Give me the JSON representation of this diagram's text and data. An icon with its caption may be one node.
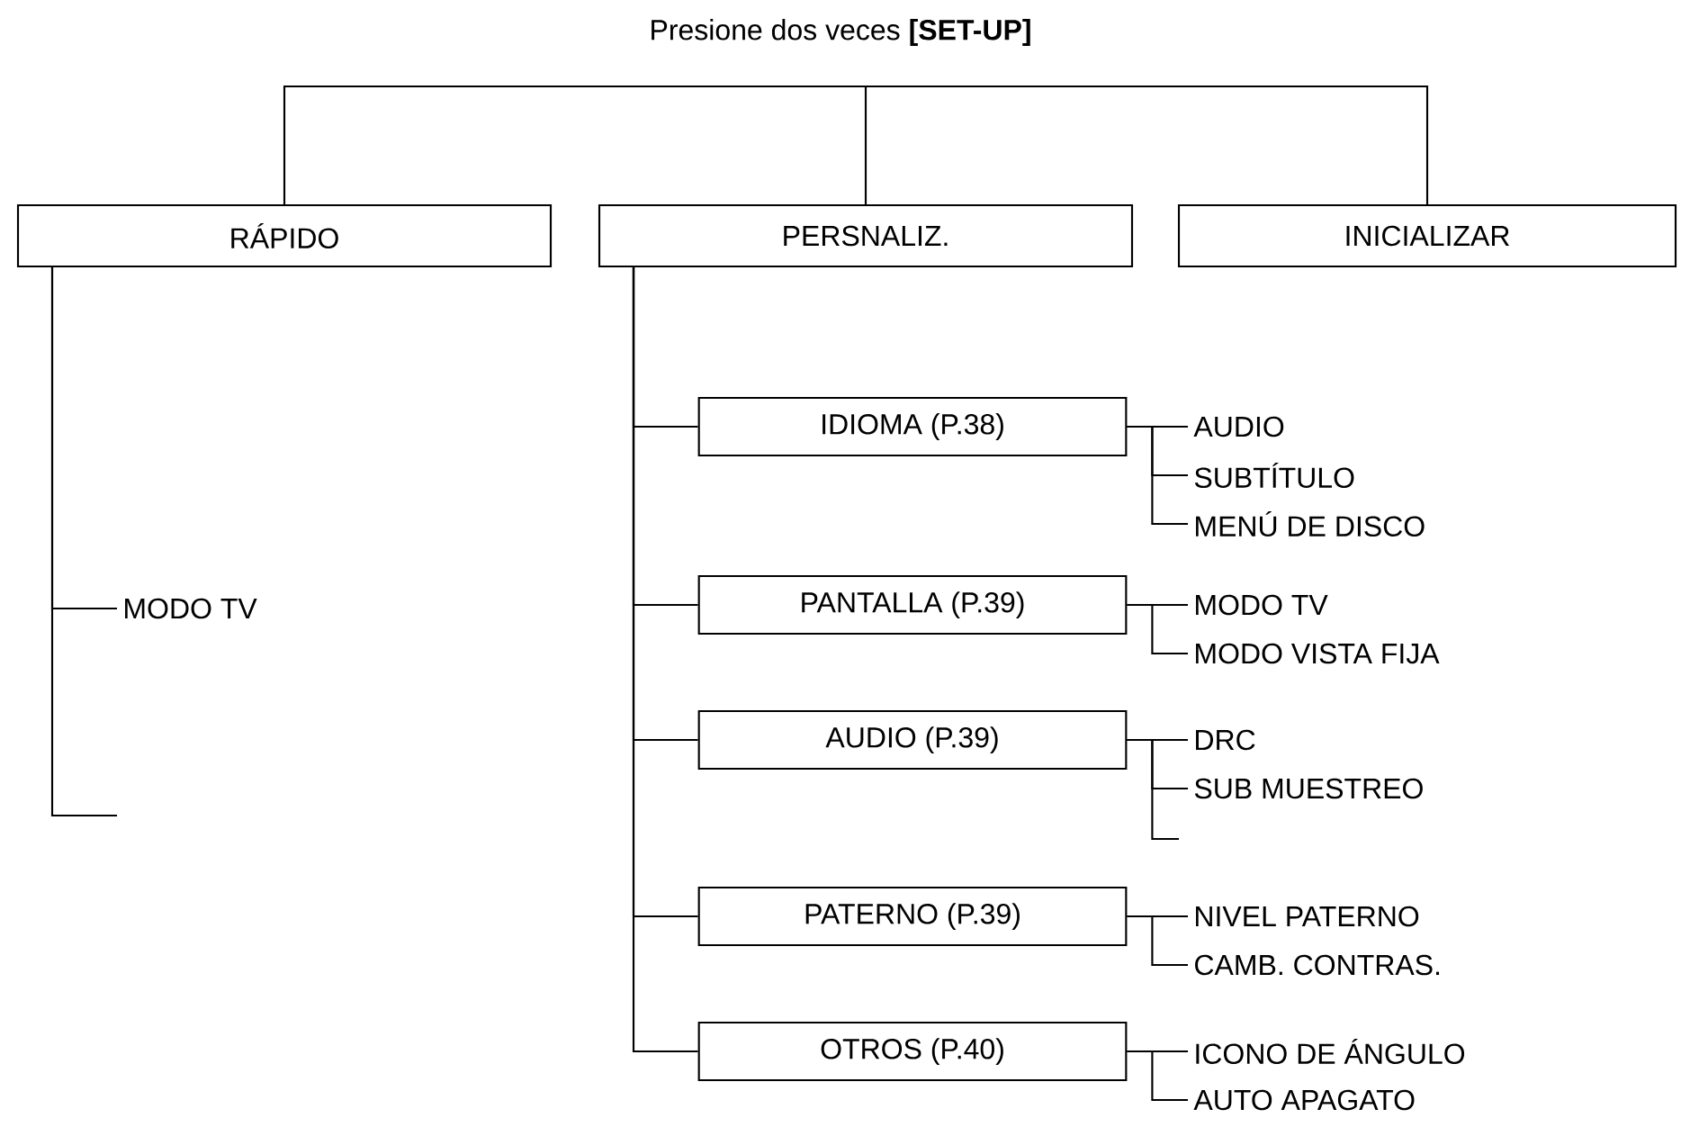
{
  "diagram": {
    "title": "Presione dos veces **[SET-UP]**",
    "nodes": [
      {
        "text": [
          "RÁPIDO"
        ]
      },
      {
        "text": [
          "PERSNALIZ."
        ]
      },
      {
        "text": [
          "INICIALIZAR"
        ]
      },
      {
        "text": [
          "MODO TV"
        ]
      },
      {
        "text": [
          "IDIOMA (P.38)"
        ]
      },
      {
        "text": [
          "AUDIO"
        ]
      },
      {
        "text": [
          "SUBTÍTULO"
        ]
      },
      {
        "text": [
          "MENÚ DE DISCO"
        ]
      },
      {
        "text": [
          "PANTALLA (P.39)"
        ]
      },
      {
        "text": [
          "MODO TV"
        ]
      },
      {
        "text": [
          "MODO VISTA FIJA"
        ]
      },
      {
        "text": [
          "AUDIO (P.39)"
        ]
      },
      {
        "text": [
          "DRC"
        ]
      },
      {
        "text": [
          "SUB MUESTREO"
        ]
      },
      {
        "text": [
          "PATERNO (P.39)"
        ]
      },
      {
        "text": [
          "NIVEL PATERNO"
        ]
      },
      {
        "text": [
          "CAMB. CONTRAS."
        ]
      },
      {
        "text": [
          "OTROS (P.40)"
        ]
      },
      {
        "text": [
          "ICONO DE ÁNGULO"
        ]
      },
      {
        "text": [
          "AUTO APAGATO"
        ]
      }
    ],
    "edges": [
      {
        "from": null,
        "to": 0,
        "arrow": "none"
      },
      {
        "from": null,
        "to": 1,
        "arrow": "none"
      },
      {
        "from": null,
        "to": 2,
        "arrow": "none"
      },
      {
        "from": 0,
        "to": 3,
        "arrow": "none"
      },
      {
        "from": 0,
        "to": null,
        "arrow": "none"
      },
      {
        "from": 1,
        "to": 4,
        "arrow": "none"
      },
      {
        "from": 1,
        "to": 8,
        "arrow": "none"
      },
      {
        "from": 1,
        "to": 11,
        "arrow": "none"
      },
      {
        "from": 1,
        "to": 14,
        "arrow": "none"
      },
      {
        "from": 1,
        "to": 17,
        "arrow": "none"
      },
      {
        "from": 4,
        "to": 5,
        "arrow": "none"
      },
      {
        "from": 4,
        "to": 6,
        "arrow": "none"
      },
      {
        "from": 4,
        "to": 7,
        "arrow": "none"
      },
      {
        "from": 8,
        "to": 9,
        "arrow": "none"
      },
      {
        "from": 8,
        "to": 10,
        "arrow": "none"
      },
      {
        "from": 11,
        "to": 12,
        "arrow": "none"
      },
      {
        "from": 11,
        "to": 13,
        "arrow": "none"
      },
      {
        "from": 11,
        "to": null,
        "arrow": "none"
      },
      {
        "from": 14,
        "to": 15,
        "arrow": "none"
      },
      {
        "from": 14,
        "to": 16,
        "arrow": "none"
      },
      {
        "from": 17,
        "to": 18,
        "arrow": "none"
      },
      {
        "from": 17,
        "to": 19,
        "arrow": "none"
      }
    ]
  }
}
